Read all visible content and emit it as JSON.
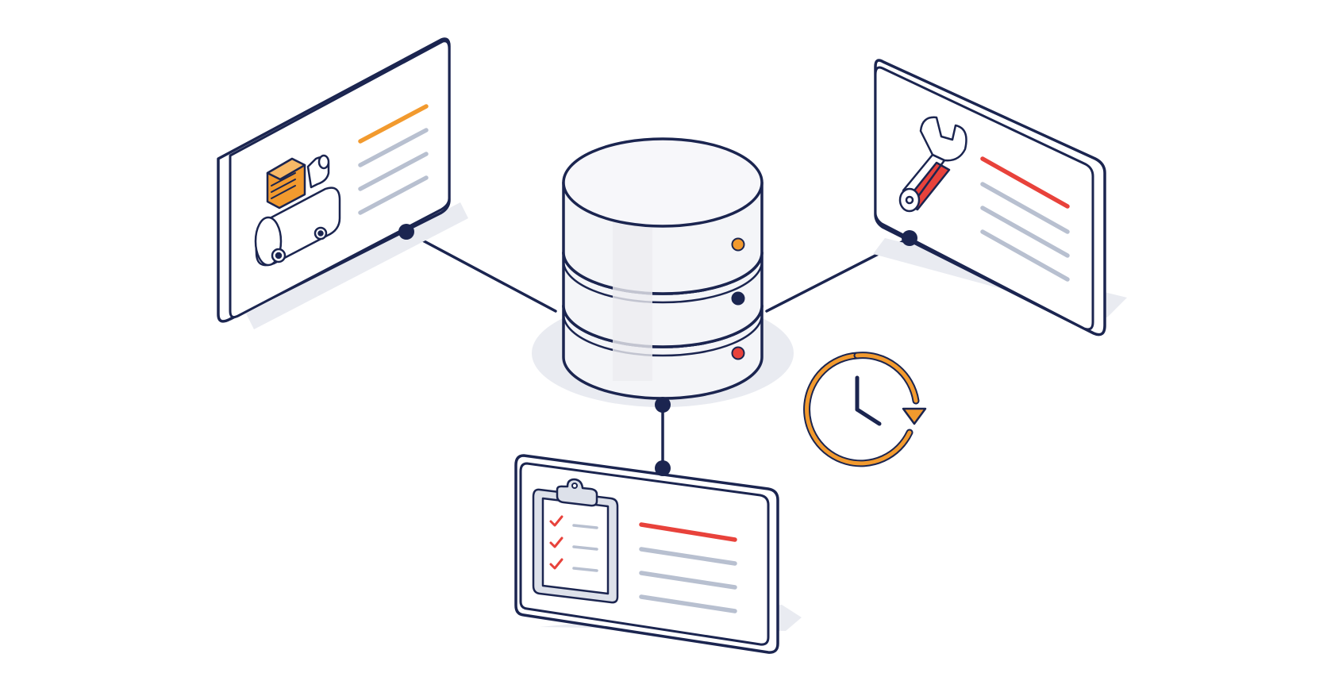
{
  "colors": {
    "background": "#ffffff",
    "outline": "#1b2550",
    "accent_orange": "#f29a2e",
    "accent_red": "#e8423b",
    "line_gray": "#b8c0d0",
    "shadow": "#e9ebf1",
    "db_face": "#f4f5f8",
    "db_side": "#ececf0"
  },
  "nodes": [
    {
      "id": "database",
      "icon": "database-icon",
      "indicators": [
        "#f29a2e",
        "#1b2550",
        "#e8423b"
      ]
    },
    {
      "id": "panel-compressor",
      "icon": "air-compressor-icon",
      "accent": "#f29a2e",
      "detail_lines": 4
    },
    {
      "id": "panel-maintenance",
      "icon": "wrench-icon",
      "accent": "#e8423b",
      "detail_lines": 4
    },
    {
      "id": "panel-checklist",
      "icon": "clipboard-checklist-icon",
      "accent": "#e8423b",
      "detail_lines": 4,
      "checked_items": 3
    },
    {
      "id": "schedule",
      "icon": "clock-refresh-icon"
    }
  ],
  "connections": [
    {
      "from": "database",
      "to": "panel-compressor"
    },
    {
      "from": "database",
      "to": "panel-maintenance"
    },
    {
      "from": "database",
      "to": "panel-checklist"
    }
  ]
}
